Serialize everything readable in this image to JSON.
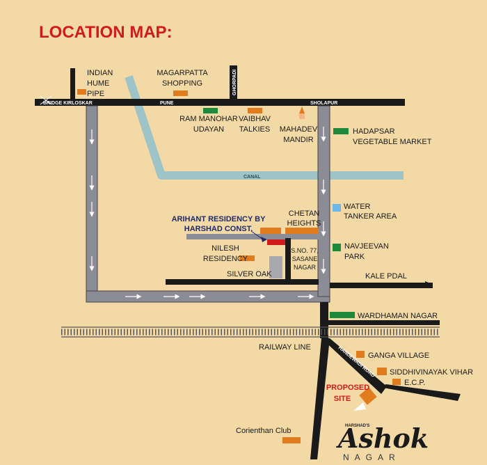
{
  "title": "LOCATION MAP:",
  "colors": {
    "background": "#f2d9a5",
    "road_black": "#1a1a1a",
    "road_grey": "#8c8c96",
    "canal": "#9fc4c8",
    "marker_orange": "#e07b1e",
    "marker_green": "#1c8a3a",
    "marker_blue": "#6fb7e8",
    "title_red": "#d11a1a",
    "highlight_navy": "#1f2a6b",
    "site_red": "#d11a1a"
  },
  "roads": {
    "bridge_kirloskar": "BRIDGE KIRLOSKAR",
    "pune": "PUNE",
    "sholapur": "SHOLAPUR",
    "ghorpadi": "GHORPADI",
    "canal": "CANAL",
    "handewadi_road": "HANDEWADI ROAD",
    "railway_line": "RAILWAY LINE",
    "kale_pdal": "KALE PDAL"
  },
  "places": {
    "indian_hume_pipe": [
      "INDIAN",
      "HUME",
      "PIPE"
    ],
    "magarpatta_shopping": [
      "MAGARPATTA",
      "SHOPPING"
    ],
    "ram_manohar_udayan": [
      "RAM MANOHAR",
      "UDAYAN"
    ],
    "vaibhav_talkies": [
      "VAIBHAV",
      "TALKIES"
    ],
    "mahadev_mandir": [
      "MAHADEV",
      "MANDIR"
    ],
    "hadapsar_vegetable_market": [
      "HADAPSAR",
      "VEGETABLE MARKET"
    ],
    "arihant_residency": [
      "ARIHANT RESIDENCY BY",
      "HARSHAD CONST."
    ],
    "chetan_heights": [
      "CHETAN",
      "HEIGHTS"
    ],
    "water_tanker_area": [
      "WATER",
      "TANKER AREA"
    ],
    "nilesh_residency": [
      "NILESH",
      "RESIDENCY"
    ],
    "sno_77_sasane_nagar": [
      "S.NO. 77,",
      "SASANE",
      "NAGAR"
    ],
    "navjeevan_park": [
      "NAVJEEVAN",
      "PARK"
    ],
    "silver_oak": "SILVER OAK",
    "wardhaman_nagar": "WARDHAMAN NAGAR",
    "ganga_village": "GANGA VILLAGE",
    "siddhivinayak_vihar": "SIDDHIVINAYAK VIHAR",
    "ecp": "E.C.P.",
    "proposed_site": [
      "PROPOSED",
      "SITE"
    ],
    "corienthan_club": "Corienthan Club"
  },
  "logo": {
    "small": "HARSHAD'S",
    "name": "Ashok",
    "sub": "NAGAR"
  }
}
